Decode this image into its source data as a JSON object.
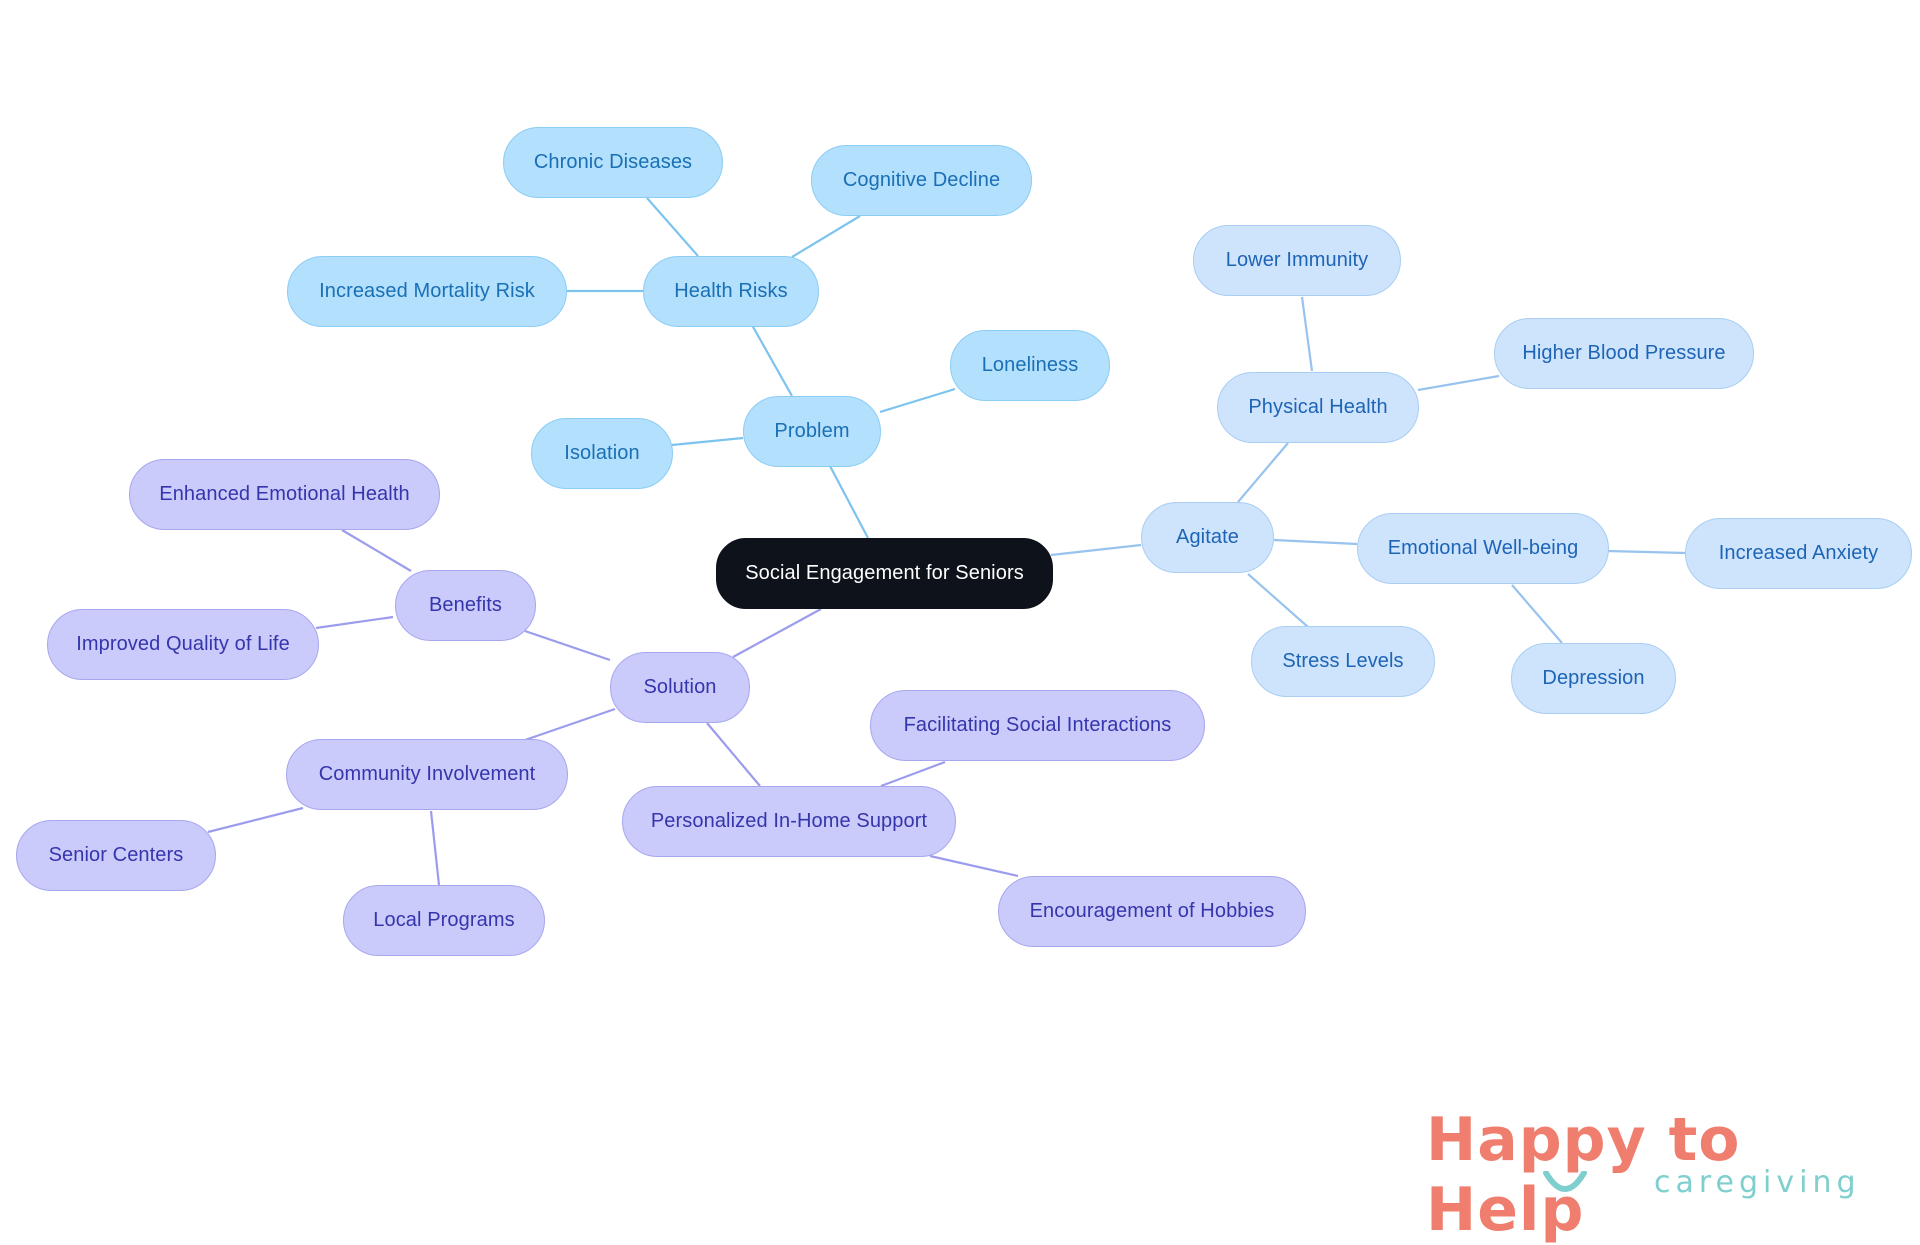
{
  "diagram": {
    "root": "Social Engagement for Seniors",
    "problem": {
      "label": "Problem",
      "health_risks": "Health Risks",
      "chronic_diseases": "Chronic Diseases",
      "cognitive_decline": "Cognitive Decline",
      "increased_mortality_risk": "Increased Mortality Risk",
      "loneliness": "Loneliness",
      "isolation": "Isolation"
    },
    "agitate": {
      "label": "Agitate",
      "physical_health": "Physical Health",
      "lower_immunity": "Lower Immunity",
      "higher_blood_pressure": "Higher Blood Pressure",
      "emotional_wellbeing": "Emotional Well-being",
      "increased_anxiety": "Increased Anxiety",
      "depression": "Depression",
      "stress_levels": "Stress Levels"
    },
    "solution": {
      "label": "Solution",
      "benefits": "Benefits",
      "enhanced_emotional_health": "Enhanced Emotional Health",
      "improved_quality_of_life": "Improved Quality of Life",
      "community_involvement": "Community Involvement",
      "senior_centers": "Senior Centers",
      "local_programs": "Local Programs",
      "personalized_support": "Personalized In-Home Support",
      "facilitating_social_interactions": "Facilitating Social Interactions",
      "encouragement_of_hobbies": "Encouragement of Hobbies"
    }
  },
  "colors": {
    "root_fill": "#0d121b",
    "problem_fill": "#b3e0fc",
    "agitate_fill": "#cee4fc",
    "solution_fill": "#cacafb",
    "problem_line": "#7cc4ee",
    "agitate_line": "#97c3ee",
    "solution_line": "#9c9cee"
  },
  "logo": {
    "brand": "Happy to Help",
    "tagline": "caregiving"
  }
}
